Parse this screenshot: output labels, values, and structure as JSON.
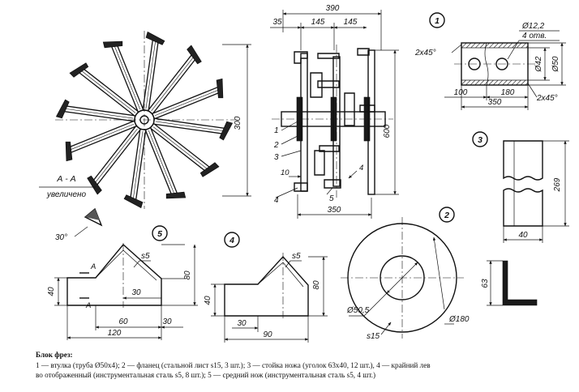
{
  "views": {
    "section_a": {
      "cut_label": "А - А",
      "note": "увеличено",
      "dim_height": "300"
    },
    "assembly": {
      "dim_total": "390",
      "dim_left": "35",
      "dim_mid": "145",
      "dim_right": "145",
      "dim_height": "600",
      "dim_bottom": "350",
      "dim_ten": "10",
      "dim_four": "4",
      "pos": [
        "1",
        "2",
        "3",
        "4",
        "5"
      ]
    },
    "part1": {
      "number": "1",
      "hole": "Ø12,2",
      "holes_count": "4 отв.",
      "chamfer_left": "2x45°",
      "chamfer_right": "2x45°",
      "d_inner": "Ø42",
      "d_outer": "Ø50",
      "dims": [
        "100",
        "180",
        "350"
      ]
    },
    "part3": {
      "number": "3",
      "dim_height": "269",
      "dim_width": "40"
    },
    "part2": {
      "number": "2",
      "d_inner": "Ø50,5",
      "d_outer": "Ø180",
      "thickness": "s15"
    },
    "profile": {
      "dim_height": "63"
    },
    "part5": {
      "number": "5",
      "angle": "30°",
      "cut_a": "А",
      "thickness": "s5",
      "dims": [
        "40",
        "80",
        "30",
        "60",
        "30",
        "120"
      ]
    },
    "part4": {
      "number": "4",
      "thickness": "s5",
      "dims": [
        "40",
        "80",
        "30",
        "90"
      ]
    }
  },
  "caption": {
    "title": "Блок фрез:",
    "line1": "1 — втулка (труба Ø50x4); 2 — фланец (стальной лист s15, 3 шт.); 3 — стойка ножа (уголок 63x40, 12 шт.), 4 — крайний лев",
    "line2": "во отображенный (инструментальная сталь s5, 8 шт.); 5 — средний нож (инструментальная сталь s5, 4 шт.)"
  }
}
